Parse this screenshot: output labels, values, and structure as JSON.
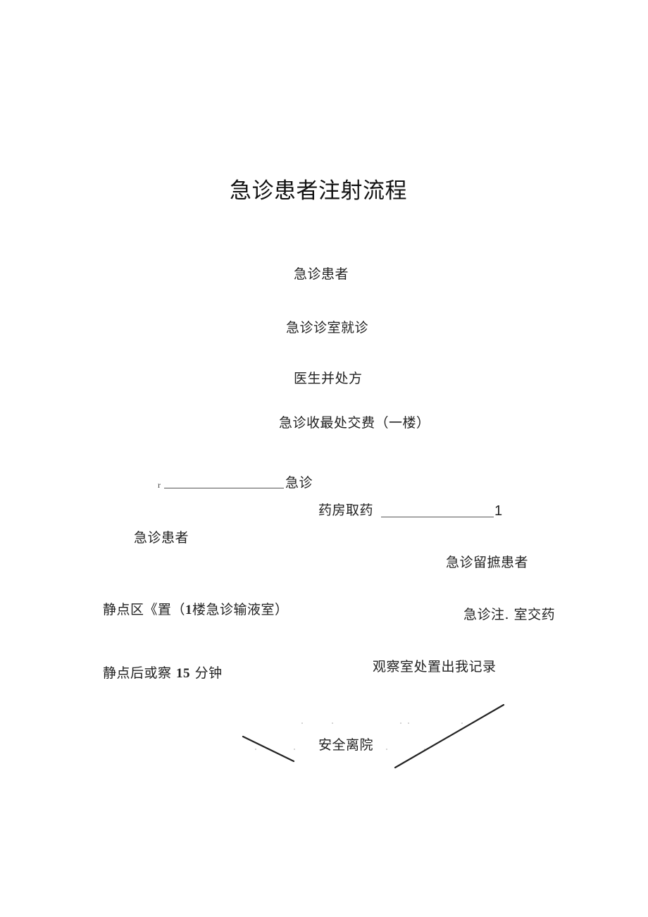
{
  "document": {
    "title": "急诊患者注射流程",
    "steps": {
      "patient": "急诊患者",
      "consult": "急诊诊室就诊",
      "prescription": "医生并处方",
      "payment": "急诊收最处交费（一楼）",
      "branch_marker": "r",
      "pharmacy_prefix": "急诊",
      "pharmacy": "药房取药",
      "pharmacy_suffix": "1",
      "left_patient": "急诊患者",
      "observation_patient": "急诊留摭患者",
      "infusion_room_parts": {
        "pre": "静点区《置（",
        "num": "1",
        "post": "楼急诊输液室）"
      },
      "injection_room": "急诊注. 室交药",
      "observe_parts": {
        "pre": "静点后或察 ",
        "num": "15",
        "post": " 分钟"
      },
      "observation_record": "观察室处置出我记录",
      "discharge": "安全离院"
    }
  },
  "colors": {
    "text": "#222222",
    "line": "#222222",
    "underline": "#555555",
    "background": "#ffffff"
  }
}
